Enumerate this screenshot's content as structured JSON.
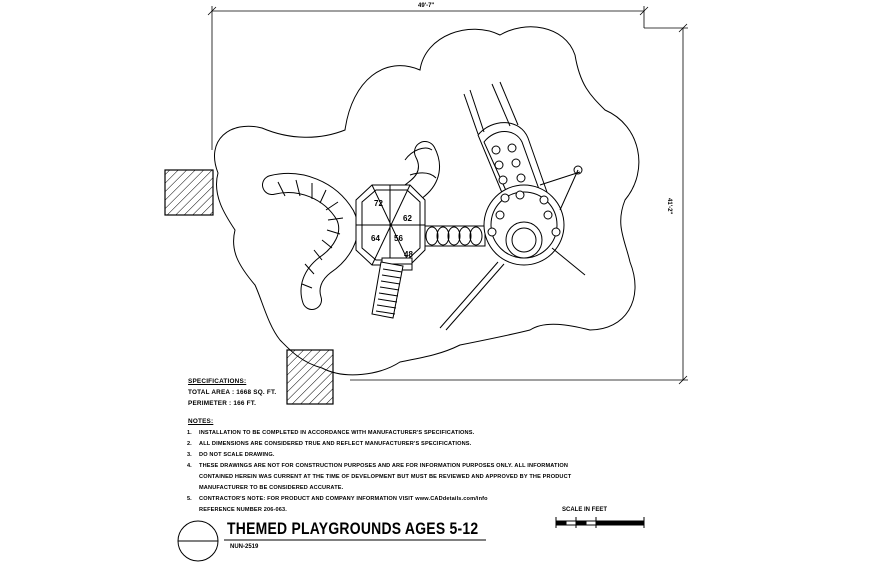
{
  "dimensions": {
    "width": "49'-7\"",
    "height": "41'-2\""
  },
  "deck_heights": [
    "72",
    "62",
    "64",
    "56",
    "48"
  ],
  "specifications": {
    "heading": "SPECIFICATIONS:",
    "total_area": "TOTAL AREA : 1668 SQ. FT.",
    "perimeter": "PERIMETER : 166 FT."
  },
  "notes": {
    "heading": "NOTES:",
    "items": [
      {
        "num": "1.",
        "lines": [
          "INSTALLATION TO BE COMPLETED IN ACCORDANCE WITH MANUFACTURER'S SPECIFICATIONS."
        ]
      },
      {
        "num": "2.",
        "lines": [
          "ALL DIMENSIONS ARE CONSIDERED TRUE AND REFLECT MANUFACTURER'S SPECIFICATIONS."
        ]
      },
      {
        "num": "3.",
        "lines": [
          "DO NOT SCALE DRAWING."
        ]
      },
      {
        "num": "4.",
        "lines": [
          "THESE DRAWINGS ARE NOT FOR CONSTRUCTION PURPOSES AND ARE FOR INFORMATION PURPOSES ONLY. ALL INFORMATION",
          "CONTAINED HEREIN WAS CURRENT AT THE TIME OF DEVELOPMENT BUT MUST BE REVIEWED AND APPROVED BY THE PRODUCT",
          "MANUFACTURER TO BE CONSIDERED ACCURATE."
        ]
      },
      {
        "num": "5.",
        "lines": [
          "CONTRACTOR'S NOTE: FOR PRODUCT AND COMPANY INFORMATION VISIT www.CADdetails.com/info",
          "REFERENCE NUMBER 206-063."
        ]
      }
    ]
  },
  "title_block": {
    "title": "THEMED PLAYGROUNDS AGES 5-12",
    "code": "NUN-2519",
    "scale_label": "SCALE IN FEET"
  }
}
